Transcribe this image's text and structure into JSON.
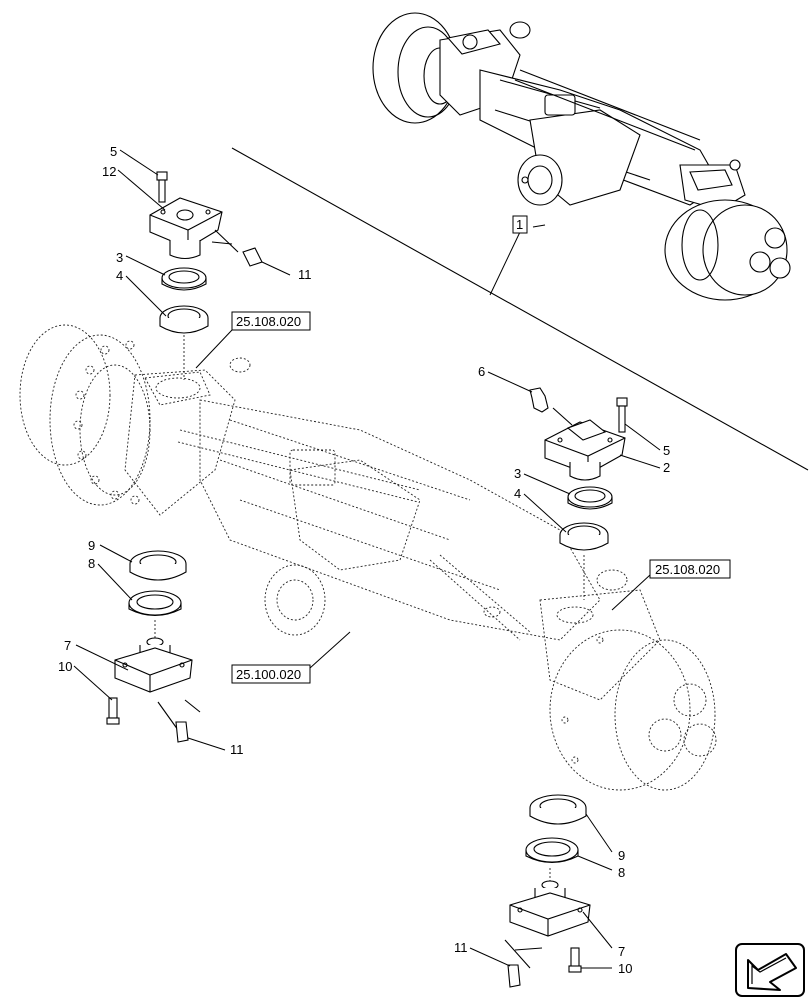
{
  "callouts": {
    "c1": "1",
    "c2": "2",
    "c3a": "3",
    "c3b": "3",
    "c4a": "4",
    "c4b": "4",
    "c5a": "5",
    "c5b": "5",
    "c6": "6",
    "c7a": "7",
    "c7b": "7",
    "c8a": "8",
    "c8b": "8",
    "c9a": "9",
    "c9b": "9",
    "c10a": "10",
    "c10b": "10",
    "c11a": "11",
    "c11b": "11",
    "c11c": "11",
    "c12": "12"
  },
  "references": {
    "ref_top_left": "25.108.020",
    "ref_right": "25.108.020",
    "ref_bottom": "25.100.020"
  },
  "nav_icon": "arrow-navigation-icon"
}
